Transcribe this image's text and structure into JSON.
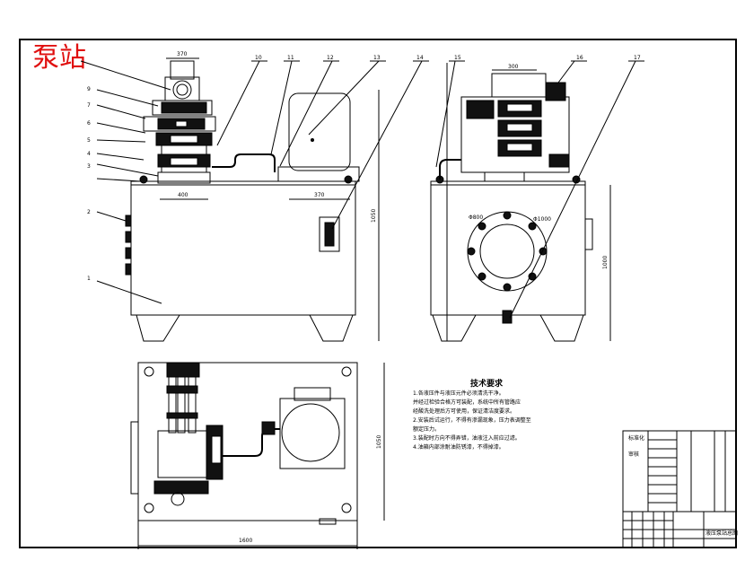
{
  "title_mark": "泵站",
  "part_numbers": {
    "p9": "9",
    "p7": "7",
    "p6": "6",
    "p5": "5",
    "p4": "4",
    "p3": "3",
    "p2": "2",
    "p1": "1",
    "p10": "10",
    "p11": "11",
    "p12": "12",
    "p13": "13",
    "p14": "14",
    "p15": "15",
    "p16": "16",
    "p17": "17"
  },
  "dimensions": {
    "front_top_width": "370",
    "front_base_width": "400",
    "front_motor_width": "370",
    "front_height": "1050",
    "side_top_width": "300",
    "side_height": "1000",
    "side_dia_left": "Φ800",
    "side_dia_right": "Φ1000",
    "plan_width": "1600",
    "plan_height": "1050"
  },
  "notes": {
    "heading": "技术要求",
    "lines": [
      "1.各液压件与液压元件必须清洗干净。",
      "  并经过检验合格方可装配，系统中所有管路应",
      "  经酸洗处理后方可使用，保证清洁度要求。",
      "2.安装后试运行，不得有渗漏现象，压力表调整至",
      "  额定压力。",
      "3.装配时方向不得弄错，油液注入前应过滤。",
      "4.油箱内部涂耐油防锈漆，不得掉漆。"
    ]
  },
  "title_block": {
    "label_a": "标准化",
    "label_b": "审核",
    "drawing_no": "液压泵站总图"
  }
}
